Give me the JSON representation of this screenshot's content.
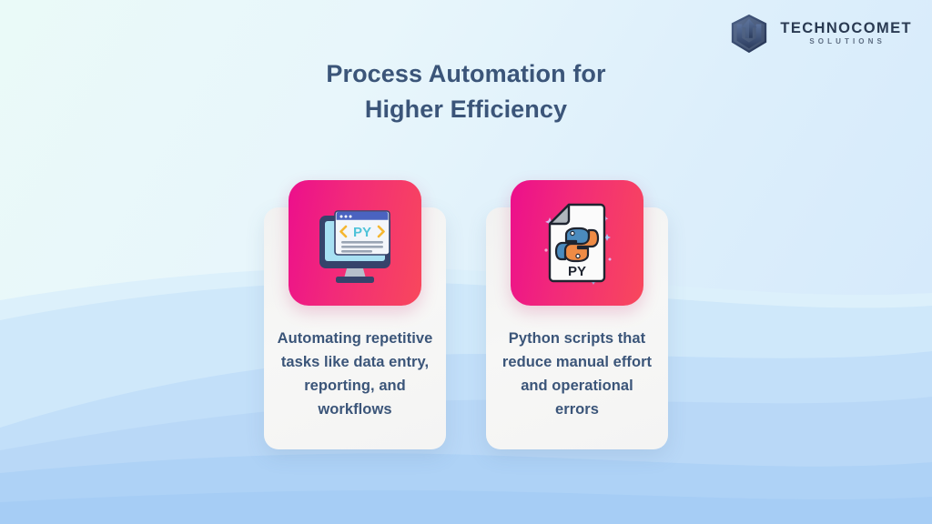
{
  "brand": {
    "logo_icon": "hexagon-up-arrow-logo-icon",
    "name": "TECHNOCOMET",
    "tagline": "SOLUTIONS",
    "name_color": "#2a3a52",
    "tagline_color": "#5d6d82"
  },
  "heading": {
    "line1": "Process Automation for",
    "line2": "Higher Efficiency",
    "color": "#3b5579"
  },
  "cards": [
    {
      "icon_name": "monitor-code-py-icon",
      "icon_caption": "PY",
      "text": "Automating repetitive tasks like data entry, reporting, and workflows"
    },
    {
      "icon_name": "python-file-py-icon",
      "icon_caption": "PY",
      "text": "Python scripts that reduce manual effort and operational errors"
    }
  ],
  "theme": {
    "icon_gradient_start": "#ec0f8c",
    "icon_gradient_end": "#f8485c",
    "card_background": "#f5f5f4",
    "background_top": "#eafaf8",
    "background_bottom": "#d3e8fb",
    "wave_light": "#d8eefb",
    "wave_mid": "#c7e4fa",
    "wave_deep": "#b2d4f6",
    "python_blue": "#4b8bbe",
    "python_orange": "#ef8b45",
    "screen_navy": "#36436b",
    "screen_accent_blue": "#4a63c0",
    "code_cyan": "#4fc3d9",
    "code_bracket_yellow": "#f5b731"
  }
}
